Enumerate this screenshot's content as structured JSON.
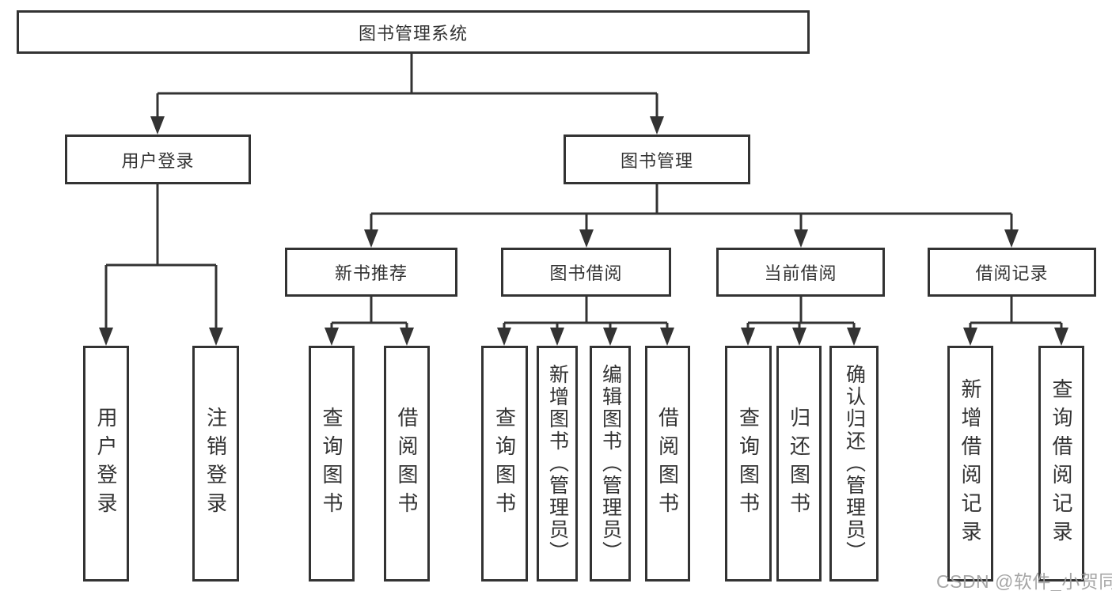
{
  "tree": {
    "root": {
      "label": "图书管理系统"
    },
    "branches": [
      {
        "label": "用户登录",
        "children": [
          {
            "label": "用户登录"
          },
          {
            "label": "注销登录"
          }
        ]
      },
      {
        "label": "图书管理",
        "groups": [
          {
            "label": "新书推荐",
            "children": [
              {
                "label": "查询图书"
              },
              {
                "label": "借阅图书"
              }
            ]
          },
          {
            "label": "图书借阅",
            "children": [
              {
                "label": "查询图书"
              },
              {
                "label": "新增图书（管理员）"
              },
              {
                "label": "编辑图书（管理员）"
              },
              {
                "label": "借阅图书"
              }
            ]
          },
          {
            "label": "当前借阅",
            "children": [
              {
                "label": "查询图书"
              },
              {
                "label": "归还图书"
              },
              {
                "label": "确认归还（管理员）"
              }
            ]
          },
          {
            "label": "借阅记录",
            "children": [
              {
                "label": "新增借阅记录"
              },
              {
                "label": "查询借阅记录"
              }
            ]
          }
        ]
      }
    ]
  },
  "watermark": {
    "text": "CSDN @软件_小贺同学"
  },
  "colors": {
    "line": "#333333",
    "box_border": "#333333",
    "box_fill": "#ffffff",
    "text": "#333333",
    "watermark": "#9e9e9e"
  }
}
